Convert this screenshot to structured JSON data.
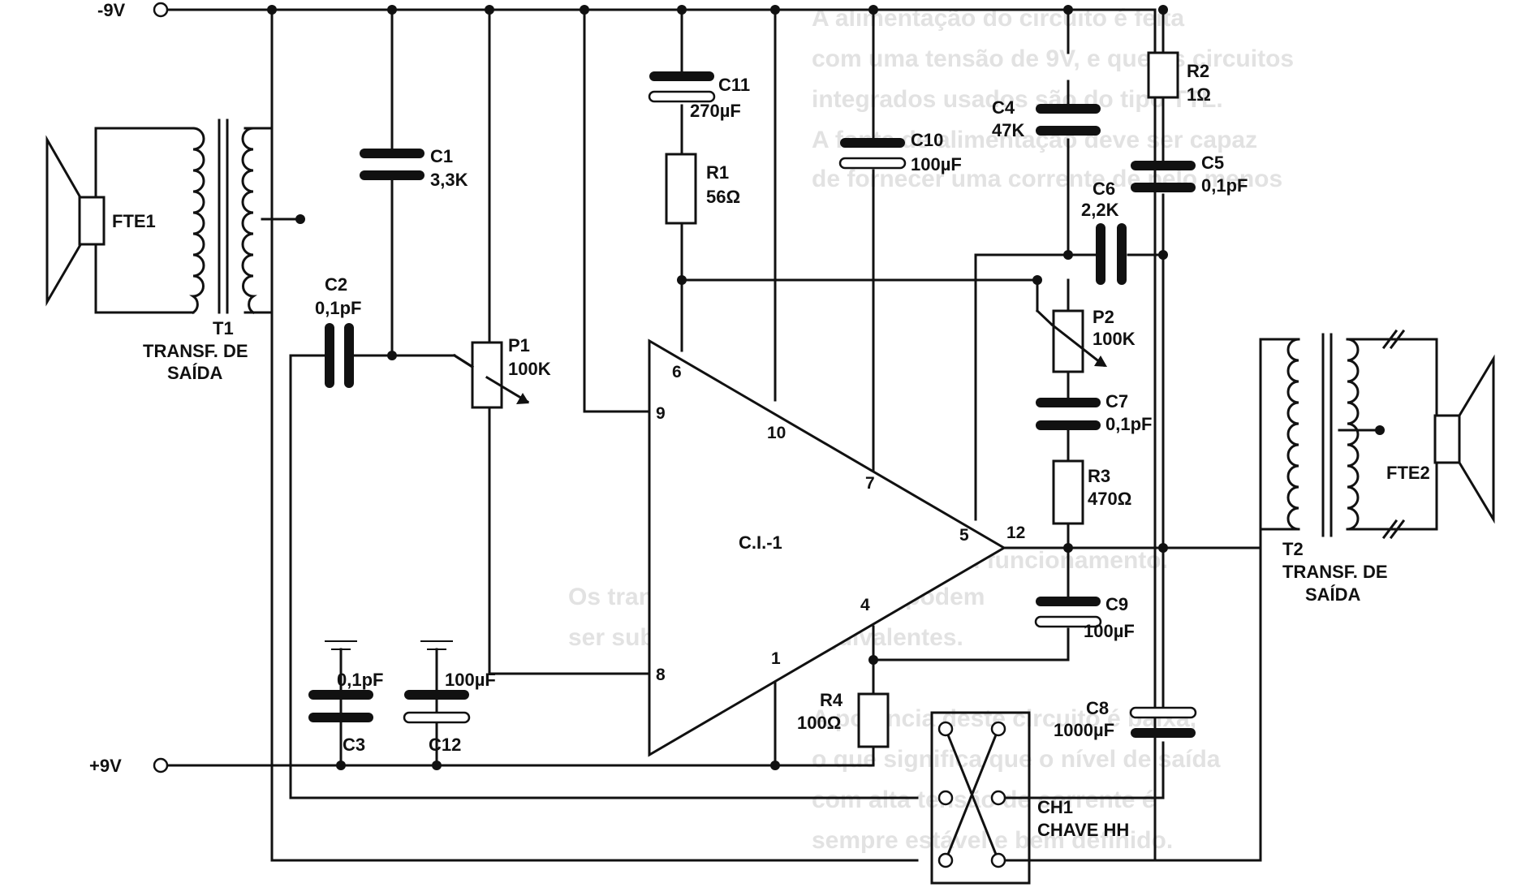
{
  "supply": {
    "neg": "-9V",
    "pos": "+9V"
  },
  "ic": {
    "name": "C.I.-1",
    "pins": [
      "6",
      "9",
      "10",
      "7",
      "5",
      "12",
      "4",
      "1",
      "8"
    ]
  },
  "speakers": {
    "left": "FTE1",
    "right": "FTE2"
  },
  "transformers": {
    "t1": {
      "name": "T1",
      "line1": "TRANSF. DE",
      "line2": "SAÍDA"
    },
    "t2": {
      "name": "T2",
      "line1": "TRANSF. DE",
      "line2": "SAÍDA"
    }
  },
  "capacitors": {
    "c1": {
      "name": "C1",
      "value": "3,3K"
    },
    "c2": {
      "name": "C2",
      "value": "0,1pF"
    },
    "c3": {
      "name": "C3",
      "value": "0,1pF"
    },
    "c4": {
      "name": "C4",
      "value": "47K"
    },
    "c5": {
      "name": "C5",
      "value": "0,1pF"
    },
    "c6": {
      "name": "C6",
      "value": "2,2K"
    },
    "c7": {
      "name": "C7",
      "value": "0,1pF"
    },
    "c8": {
      "name": "C8",
      "value": "1000µF"
    },
    "c9": {
      "name": "C9",
      "value": "100µF"
    },
    "c10": {
      "name": "C10",
      "value": "100µF"
    },
    "c11": {
      "name": "C11",
      "value": "270µF"
    },
    "c12": {
      "name": "C12",
      "value": "100µF"
    }
  },
  "resistors": {
    "r1": {
      "name": "R1",
      "value": "56Ω"
    },
    "r2": {
      "name": "R2",
      "value": "1Ω"
    },
    "r3": {
      "name": "R3",
      "value": "470Ω"
    },
    "r4": {
      "name": "R4",
      "value": "100Ω"
    }
  },
  "pots": {
    "p1": {
      "name": "P1",
      "value": "100K"
    },
    "p2": {
      "name": "P2",
      "value": "100K"
    }
  },
  "switch": {
    "name": "CH1",
    "type": "CHAVE HH"
  },
  "background_text": [
    "A alimentação do circuito é feita",
    "com uma tensão de 9V, e que os circuitos",
    "integrados usados são do tipo TTL.",
    "A fonte de alimentação deve ser capaz",
    "de fornecer uma corrente de pelo menos",
    "1A para o bom funcionamento.",
    "Os transistores e integrados podem",
    "ser substituídos por equivalentes.",
    "A potência deste circuito é baixa,",
    "o que significa que o nível de saída",
    "com alta tensão de corrente é",
    "sempre estável e bem definido."
  ]
}
